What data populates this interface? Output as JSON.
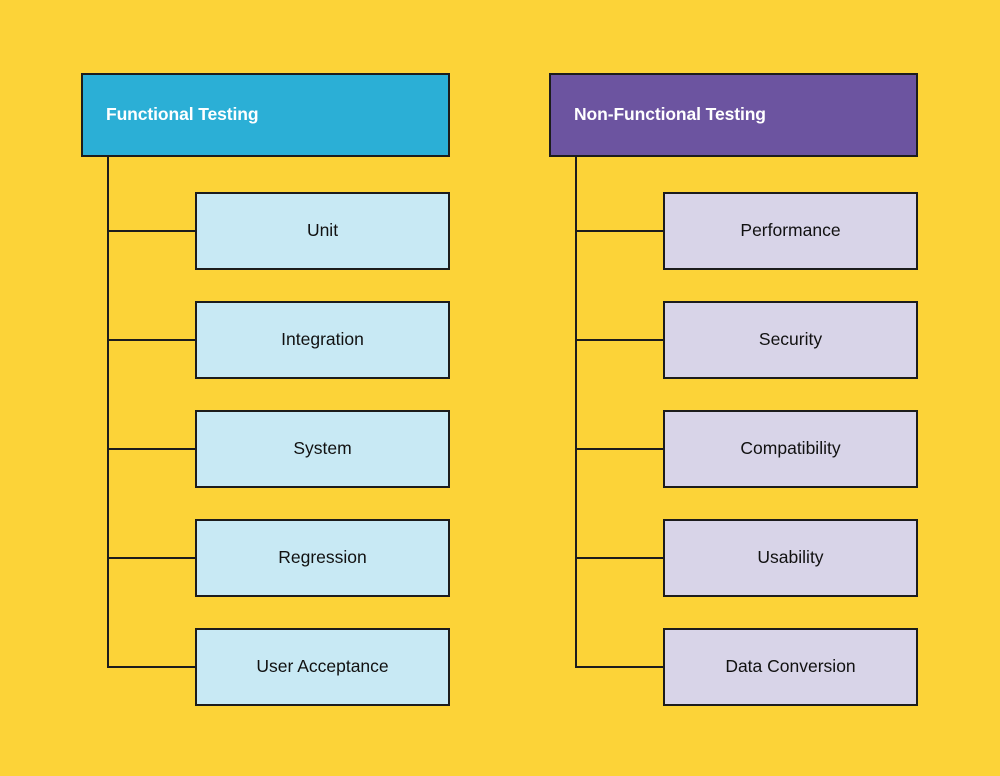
{
  "background_color": "#FCD338",
  "border_color": "#1c1c1c",
  "columns": [
    {
      "id": "functional",
      "header": {
        "label": "Functional Testing",
        "fill_color": "#2BAFD6",
        "text_color": "#FFFFFF"
      },
      "child_fill_color": "#C8E9F4",
      "child_text_color": "#111111",
      "children": [
        {
          "label": "Unit"
        },
        {
          "label": "Integration"
        },
        {
          "label": "System"
        },
        {
          "label": "Regression"
        },
        {
          "label": "User Acceptance"
        }
      ]
    },
    {
      "id": "nonfunctional",
      "header": {
        "label": "Non-Functional Testing",
        "fill_color": "#6C54A0",
        "text_color": "#FFFFFF"
      },
      "child_fill_color": "#D8D4E8",
      "child_text_color": "#111111",
      "children": [
        {
          "label": "Performance"
        },
        {
          "label": "Security"
        },
        {
          "label": "Compatibility"
        },
        {
          "label": "Usability"
        },
        {
          "label": "Data Conversion"
        }
      ]
    }
  ]
}
